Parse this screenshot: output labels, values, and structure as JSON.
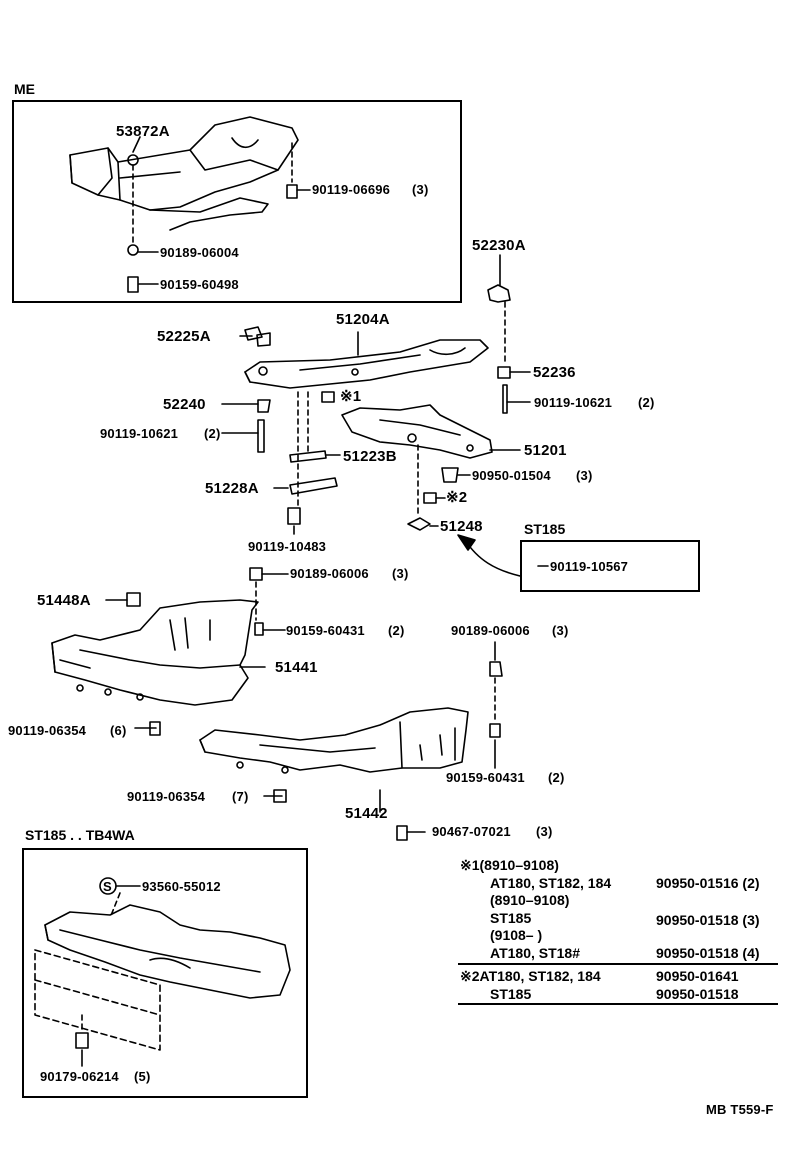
{
  "boxes": {
    "me": "ME",
    "st185": "ST185",
    "st185_tb4wa": "ST185 . . TB4WA"
  },
  "parts": {
    "p53872A": "53872A",
    "p9011906696": "90119-06696",
    "p9011906696_qty": "(3)",
    "p9018906004": "90189-06004",
    "p9015960498": "90159-60498",
    "p52230A": "52230A",
    "p52225A": "52225A",
    "p51204A": "51204A",
    "p52236": "52236",
    "p52240": "52240",
    "p9011910621_r": "90119-10621",
    "p9011910621_r_qty": "(2)",
    "p9011910621_l": "90119-10621",
    "p9011910621_l_qty": "(2)",
    "mark1": "※1",
    "p51201": "51201",
    "p51223B": "51223B",
    "p9095001504": "90950-01504",
    "p9095001504_qty": "(3)",
    "mark2": "※2",
    "p51228A": "51228A",
    "p51248": "51248",
    "p9011910483": "90119-10483",
    "p9011910567": "90119-10567",
    "p9018906006_a": "90189-06006",
    "p9018906006_a_qty": "(3)",
    "p51448A": "51448A",
    "p9015960431_a": "90159-60431",
    "p9015960431_a_qty": "(2)",
    "p9018906006_b": "90189-06006",
    "p9018906006_b_qty": "(3)",
    "p51441": "51441",
    "p9011906354_a": "90119-06354",
    "p9011906354_a_qty": "(6)",
    "p9015960431_b": "90159-60431",
    "p9015960431_b_qty": "(2)",
    "p9011906354_b": "90119-06354",
    "p9011906354_b_qty": "(7)",
    "p51442": "51442",
    "p9046707021": "90467-07021",
    "p9046707021_qty": "(3)",
    "p9356055012": "93560-55012",
    "p9017906214": "90179-06214",
    "p9017906214_qty": "(5)",
    "s_symbol": "S"
  },
  "notes": {
    "n1_head": "※1(8910–9108)",
    "n1_r1_models": "AT180, ST182, 184",
    "n1_r1_part": "90950-01516 (2)",
    "n1_r2_range": "(8910–9108)",
    "n1_r3_models": "ST185",
    "n1_r3_part": "90950-01518 (3)",
    "n1_r4_range": "(9108–         )",
    "n1_r5_models": "AT180, ST18#",
    "n1_r5_part": "90950-01518 (4)",
    "n2_models": "※2AT180, ST182, 184",
    "n2_part": "90950-01641",
    "n2_r2_models": "ST185",
    "n2_r2_part": "90950-01518"
  },
  "footer": "MB T559-F"
}
